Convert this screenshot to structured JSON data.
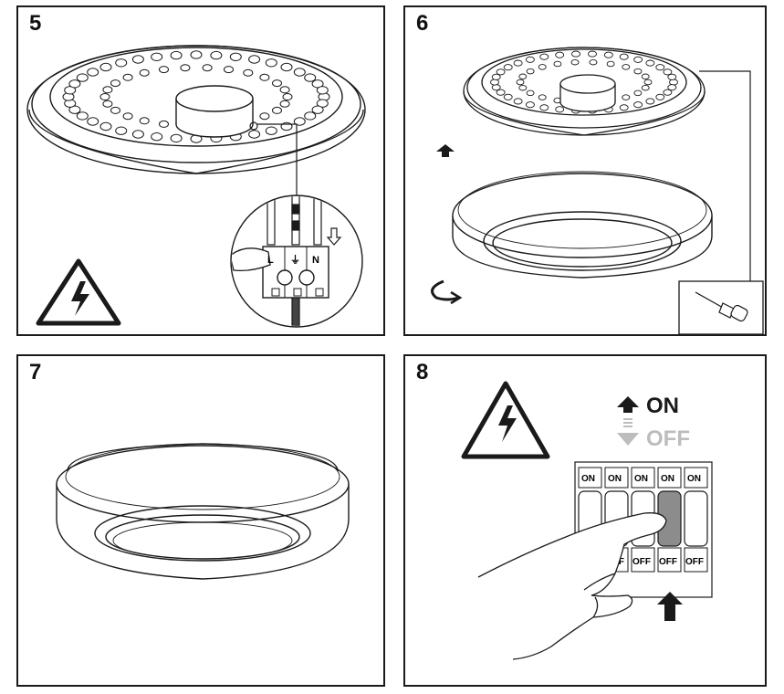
{
  "steps": [
    {
      "number": "5"
    },
    {
      "number": "6"
    },
    {
      "number": "7"
    },
    {
      "number": "8"
    }
  ],
  "step5": {
    "terminal_labels": [
      "L",
      "⏚",
      "N"
    ],
    "icons": [
      "electric-hazard-icon",
      "arrow-down-outline-icon"
    ]
  },
  "step6": {
    "icons": [
      "arrow-up-icon",
      "rotate-clockwise-icon",
      "screwdriver-icon"
    ]
  },
  "step8": {
    "legend_on": "ON",
    "legend_off": "OFF",
    "switch_on_labels": [
      "ON",
      "ON",
      "ON",
      "ON",
      "ON"
    ],
    "switch_off_labels": [
      "OFF",
      "OFF",
      "OFF",
      "OFF",
      "OFF"
    ],
    "icons": [
      "electric-hazard-icon",
      "arrow-up-icon",
      "arrow-down-icon",
      "hand-icon"
    ]
  },
  "colors": {
    "ink": "#1a1a1a",
    "off_gray": "#bdbdbd",
    "pressed_switch": "#8c8c8c"
  }
}
